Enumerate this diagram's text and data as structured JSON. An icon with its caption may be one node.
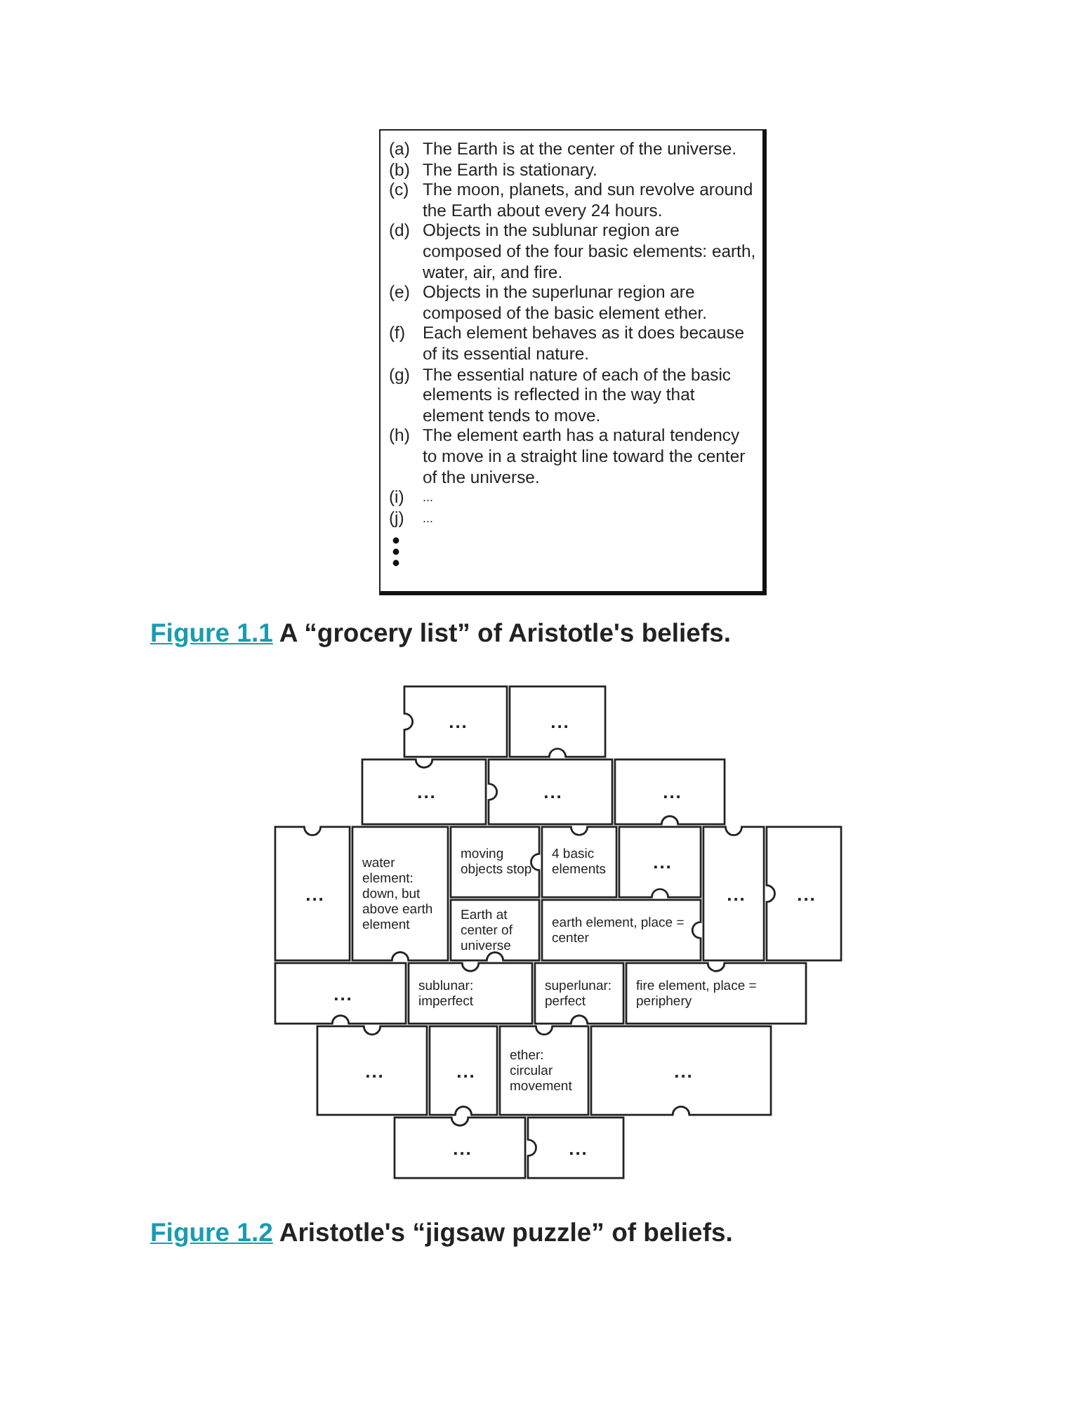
{
  "diagram": {
    "nodes": [
      {
        "text": [
          "..."
        ]
      },
      {
        "text": [
          "..."
        ]
      },
      {
        "text": [
          "..."
        ]
      },
      {
        "text": [
          "..."
        ]
      },
      {
        "text": [
          "..."
        ]
      },
      {
        "text": [
          "..."
        ]
      },
      {
        "text": [
          "water element: down, but above earth element"
        ]
      },
      {
        "text": [
          "moving objects stop"
        ]
      },
      {
        "text": [
          "4 basic elements"
        ]
      },
      {
        "text": [
          "..."
        ]
      },
      {
        "text": [
          "..."
        ]
      },
      {
        "text": [
          "..."
        ]
      },
      {
        "text": [
          "Earth at center of universe"
        ]
      },
      {
        "text": [
          "earth element, place = center"
        ]
      },
      {
        "text": [
          "..."
        ]
      },
      {
        "text": [
          "sublunar: imperfect"
        ]
      },
      {
        "text": [
          "superlunar: perfect"
        ]
      },
      {
        "text": [
          "fire element, place = periphery"
        ]
      },
      {
        "text": [
          "..."
        ]
      },
      {
        "text": [
          "..."
        ]
      },
      {
        "text": [
          "ether: circular movement"
        ]
      },
      {
        "text": [
          "..."
        ]
      },
      {
        "text": [
          "..."
        ]
      },
      {
        "text": [
          "..."
        ]
      }
    ],
    "edges": [],
    "labels": [
      "(a)",
      "The Earth is at the center of the universe.",
      "(b)",
      "The Earth is stationary.",
      "(c)",
      "The moon, planets, and sun revolve around the Earth about every 24 hours.",
      "(d)",
      "Objects in the sublunar region are composed of the four basic elements: earth, water, air, and fire.",
      "(e)",
      "Objects in the superlunar region are composed of the basic element ether.",
      "(f)",
      "Each element behaves as it does because of its essential nature.",
      "(g)",
      "The essential nature of each of the basic elements is reflected in the way that element tends to move.",
      "(h)",
      "The element earth has a natural tendency to move in a straight line toward the center of the universe.",
      "(i)",
      "...",
      "(j)",
      "...",
      "Figure 1.1",
      "A “grocery list” of Aristotle's beliefs.",
      "Figure 1.2",
      "Aristotle's “jigsaw puzzle” of beliefs."
    ]
  }
}
